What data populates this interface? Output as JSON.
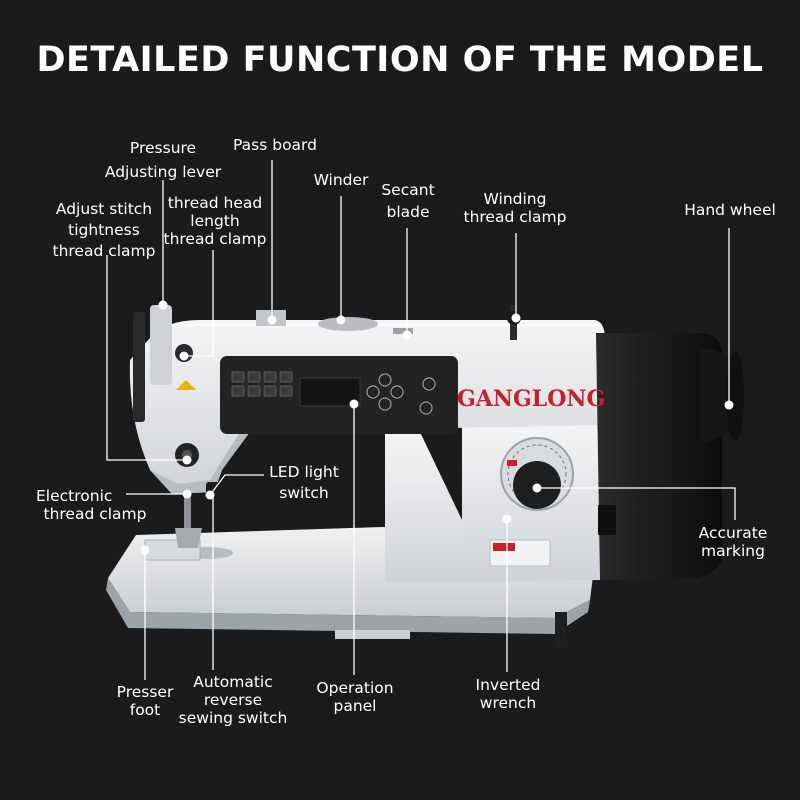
{
  "title": "DETAILED FUNCTION OF THE MODEL",
  "brand": "GANGLONG",
  "labels": {
    "pressure_lever": [
      "Pressure",
      "Adjusting lever"
    ],
    "pass_board": [
      "Pass board"
    ],
    "winder": [
      "Winder"
    ],
    "secant_blade": [
      "Secant",
      "blade"
    ],
    "winding_clamp": [
      "Winding",
      "thread clamp"
    ],
    "hand_wheel": [
      "Hand wheel"
    ],
    "stitch_tightness": [
      "Adjust stitch",
      "tightness",
      "thread clamp"
    ],
    "thread_head": [
      "thread head",
      "length",
      "thread clamp"
    ],
    "led_switch": [
      "LED light",
      "switch"
    ],
    "electronic_clamp": [
      "Electronic",
      "thread clamp"
    ],
    "accurate_marking": [
      "Accurate",
      "marking"
    ],
    "presser_foot": [
      "Presser",
      "foot"
    ],
    "reverse_switch": [
      "Automatic",
      "reverse",
      "sewing switch"
    ],
    "operation_panel": [
      "Operation",
      "panel"
    ],
    "inverted_wrench": [
      "Inverted",
      "wrench"
    ]
  },
  "colors": {
    "background": "#1b1b1b",
    "machine_body": "#e6e8ea",
    "panel": "#232323",
    "motor": "#151515",
    "brand_red": "#c8202a",
    "callout_line": "#ffffff"
  }
}
